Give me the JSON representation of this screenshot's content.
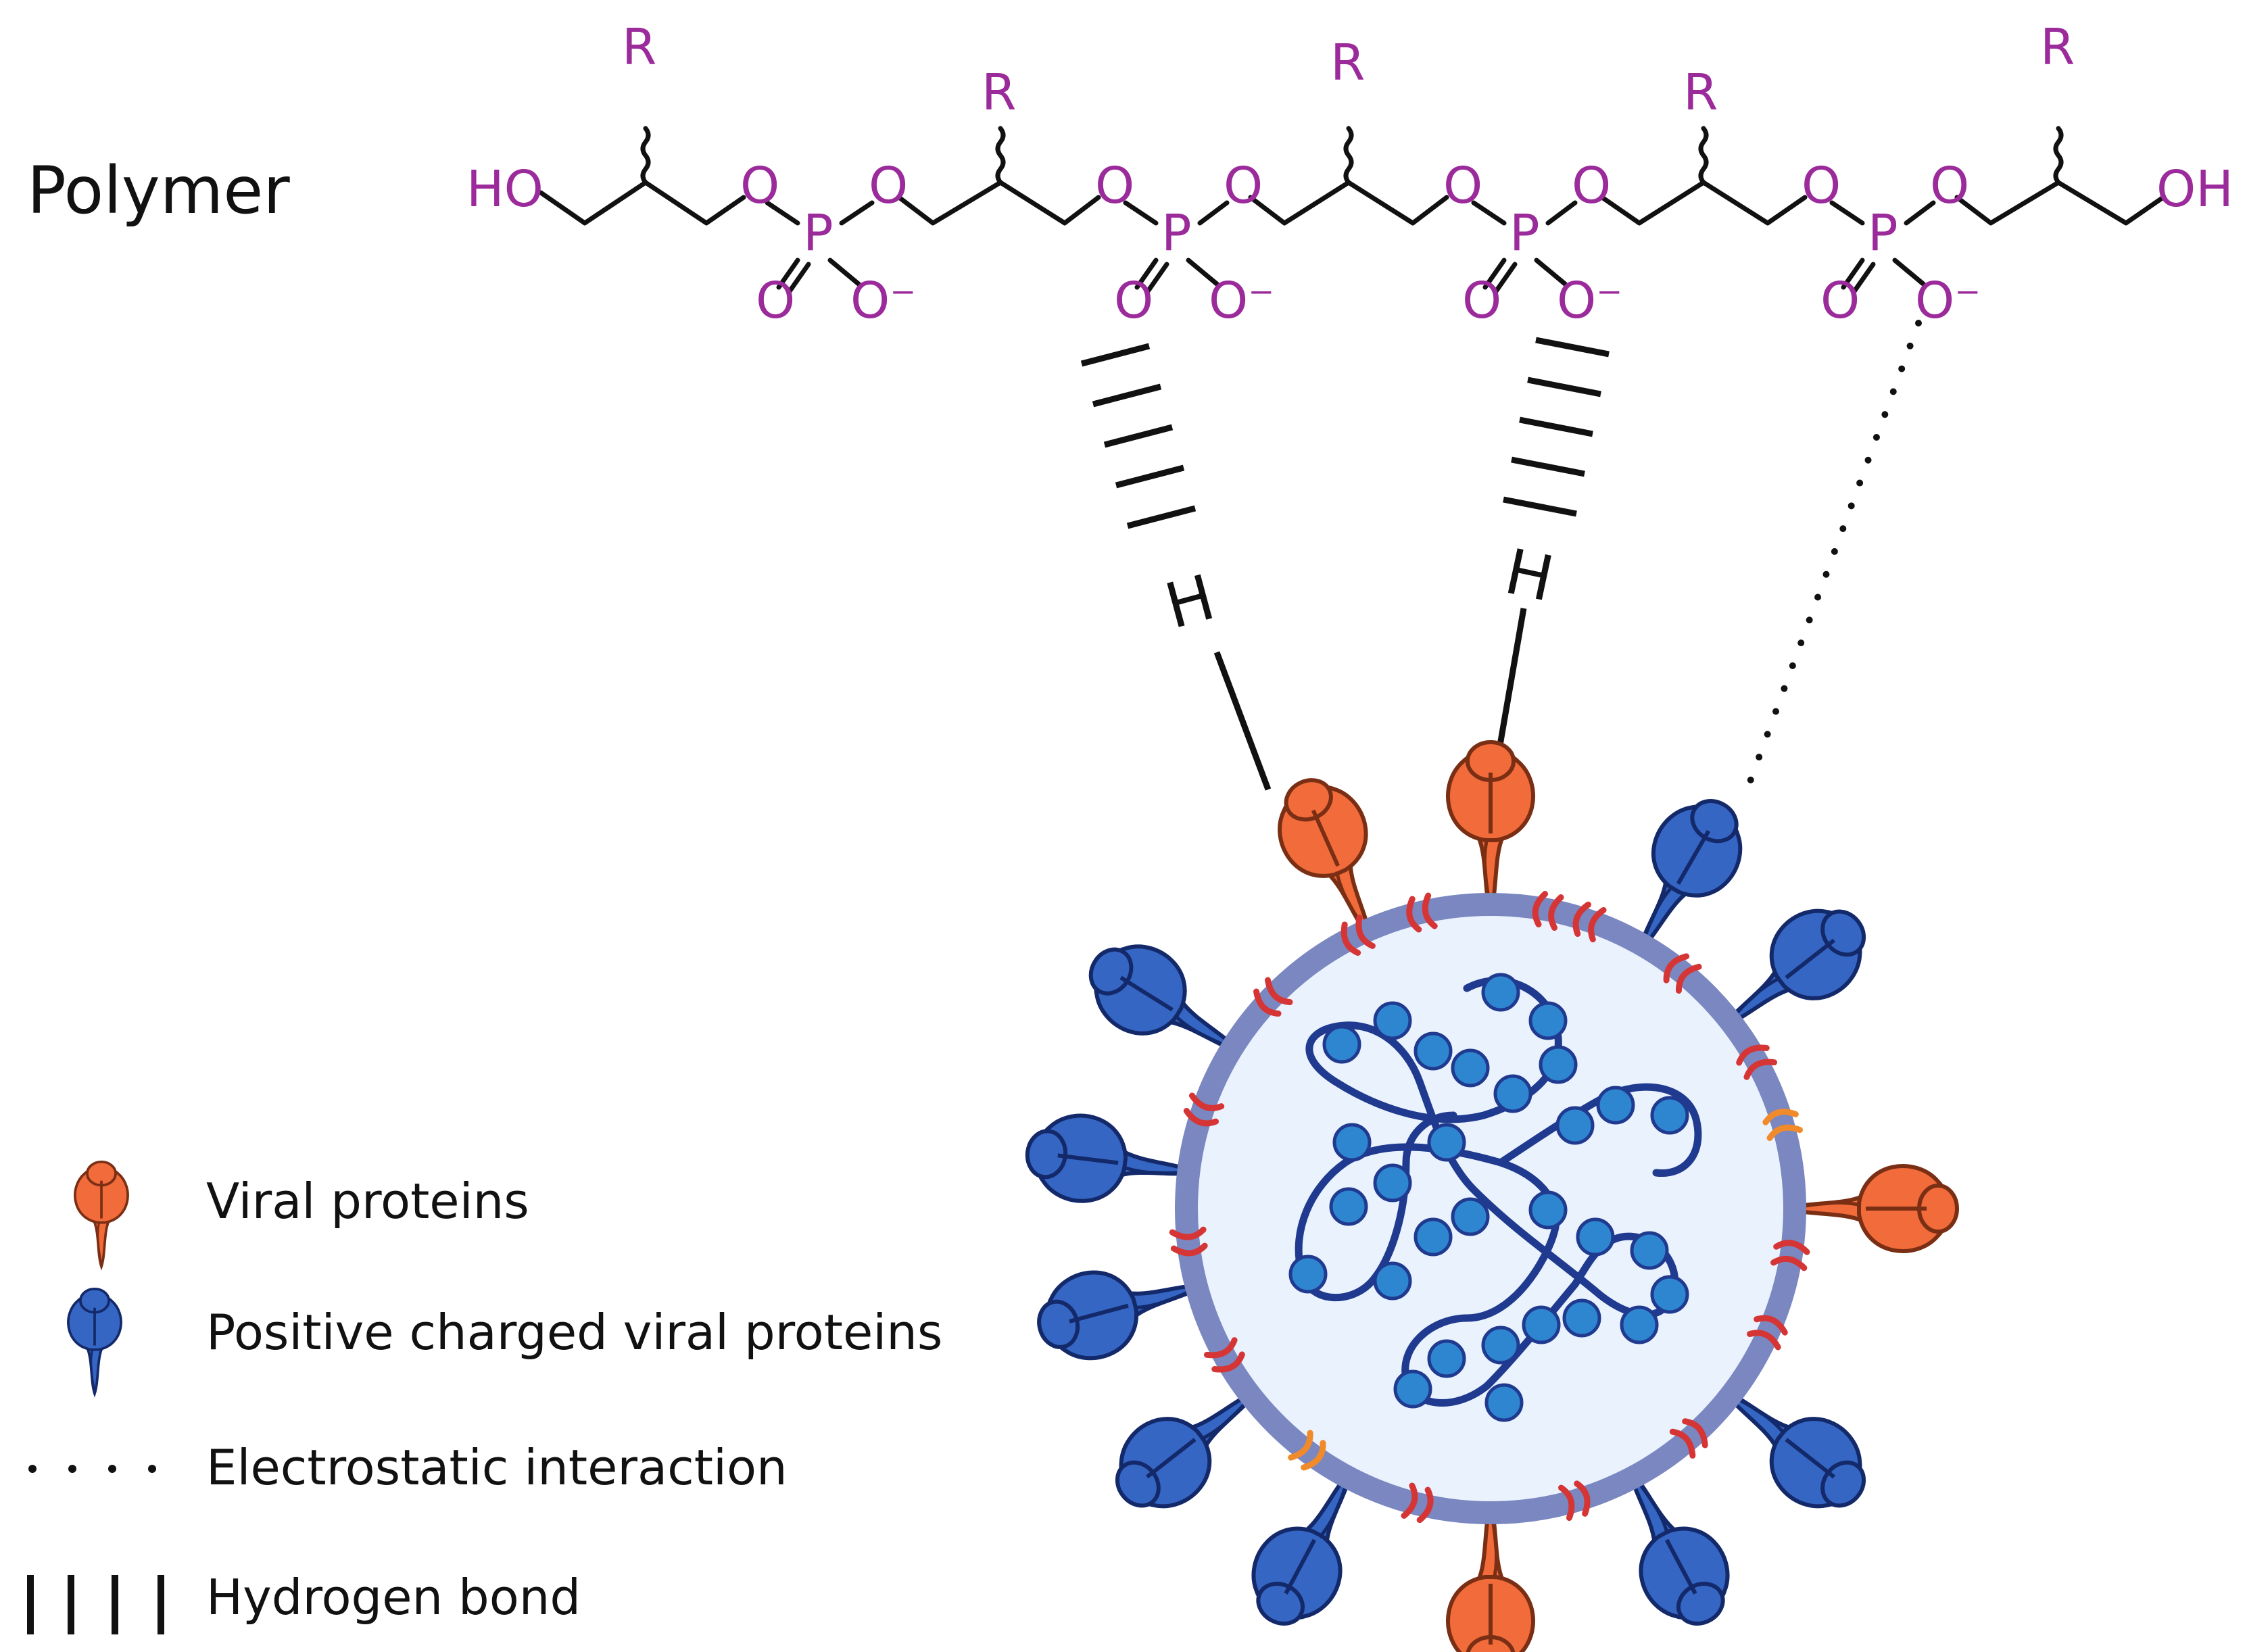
{
  "polymer": {
    "label": "Polymer",
    "r_group": "R",
    "left_end": "HO",
    "right_end": "OH",
    "oxygen": "O",
    "phosphorus": "P",
    "oxide_anion": "O⁻"
  },
  "bonds": {
    "hydrogen_atom": "H"
  },
  "legend": {
    "viral_proteins": "Viral proteins",
    "positive_proteins": "Positive charged viral proteins",
    "electrostatic": "Electrostatic interaction",
    "hydrogen_bond": "Hydrogen bond"
  },
  "colors": {
    "chemistry": "#9b2a9b",
    "viral_protein": "#f26b3a",
    "positive_protein": "#3566c4",
    "envelope": "#7a87c0",
    "virus_interior": "#eaf2fd",
    "rna_strand": "#1f3a8f",
    "rna_bead": "#2f86d0",
    "membrane_protein": "#d63535"
  }
}
